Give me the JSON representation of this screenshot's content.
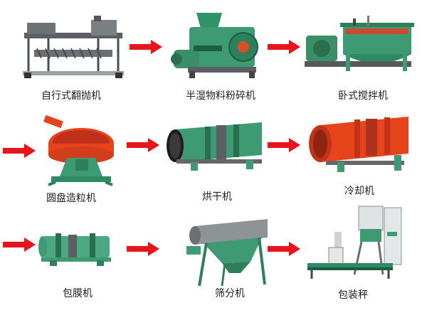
{
  "process_steps": [
    {
      "id": "compost-turner",
      "label": "自行式翻抛机"
    },
    {
      "id": "crusher",
      "label": "半湿物料粉碎机"
    },
    {
      "id": "mixer",
      "label": "卧式搅拌机"
    },
    {
      "id": "granulator",
      "label": "圆盘造粒机"
    },
    {
      "id": "dryer",
      "label": "烘干机"
    },
    {
      "id": "cooler",
      "label": "冷却机"
    },
    {
      "id": "coater",
      "label": "包膜机"
    },
    {
      "id": "screener",
      "label": "筛分机"
    },
    {
      "id": "packer",
      "label": "包装秤"
    }
  ],
  "colors": {
    "arrow": "#e8141b",
    "machine_green": "#3d9a72",
    "machine_orange": "#e8441c",
    "steel": "#8a8d8f"
  }
}
